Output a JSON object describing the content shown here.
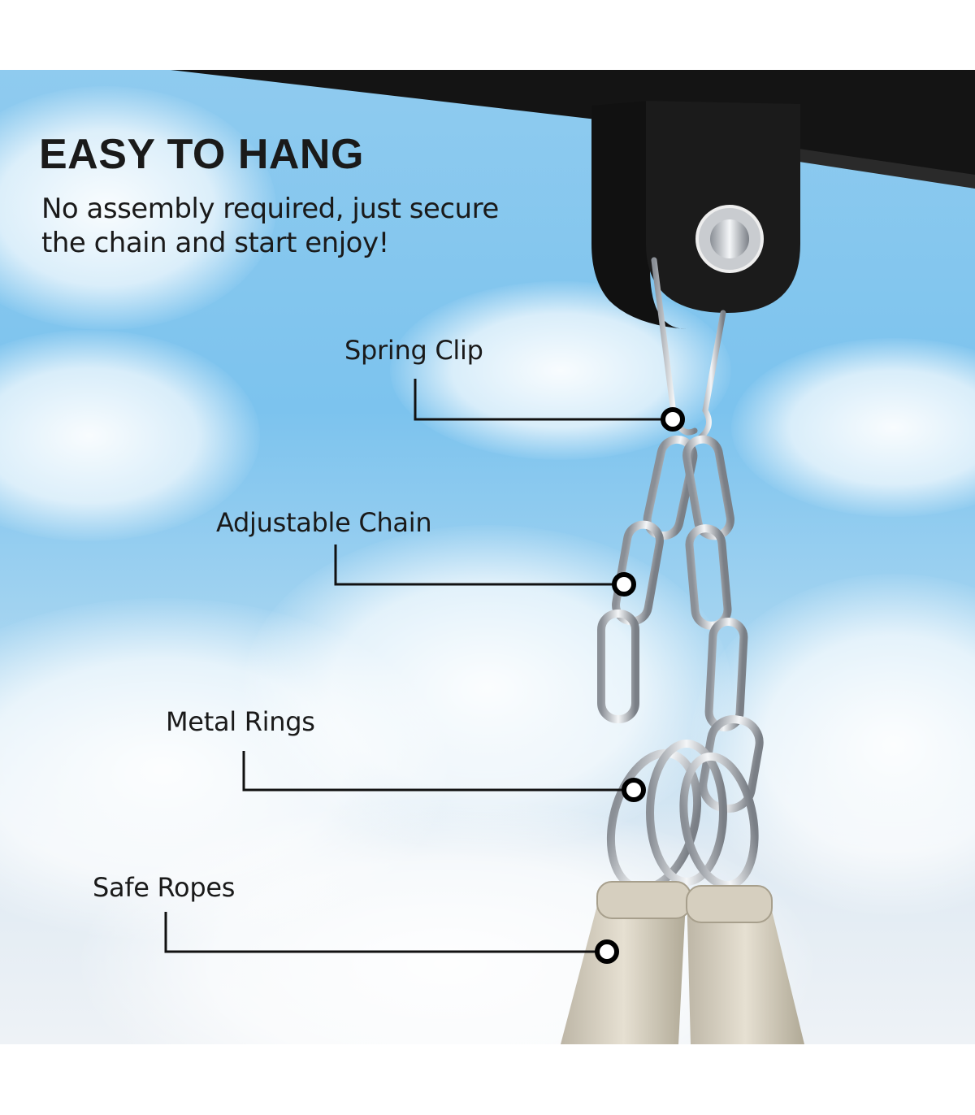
{
  "heading": {
    "title": "EASY TO HANG",
    "subtitle_line1": "No assembly required, just secure",
    "subtitle_line2": "the chain and start enjoy!"
  },
  "callouts": [
    {
      "label": "Spring Clip"
    },
    {
      "label": "Adjustable Chain"
    },
    {
      "label": "Metal Rings"
    },
    {
      "label": "Safe Ropes"
    }
  ],
  "colors": {
    "text": "#1a1a1a",
    "sky": "#7cc3ee",
    "beam": "#151515",
    "rope": "#d8d2c4"
  }
}
